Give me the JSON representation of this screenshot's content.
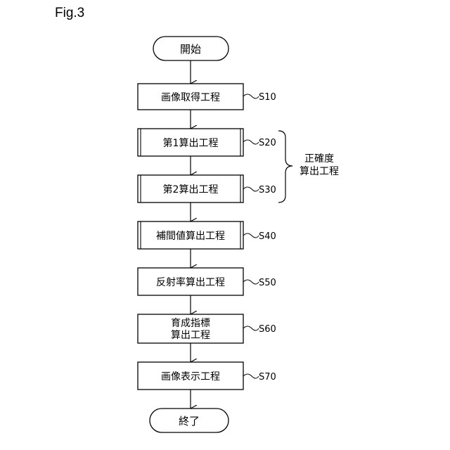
{
  "figure": {
    "title": "Fig.3"
  },
  "nodes": {
    "start": {
      "label": "開始"
    },
    "s10": {
      "label": "画像取得工程",
      "step": "S10"
    },
    "s20": {
      "label": "第1算出工程",
      "step": "S20"
    },
    "s30": {
      "label": "第2算出工程",
      "step": "S30"
    },
    "s40": {
      "label": "補間値算出工程",
      "step": "S40"
    },
    "s50": {
      "label": "反射率算出工程",
      "step": "S50"
    },
    "s60": {
      "label_line1": "育成指標",
      "label_line2": "算出工程",
      "step": "S60"
    },
    "s70": {
      "label": "画像表示工程",
      "step": "S70"
    },
    "end": {
      "label": "終了"
    }
  },
  "group": {
    "label_line1": "正確度",
    "label_line2": "算出工程"
  }
}
